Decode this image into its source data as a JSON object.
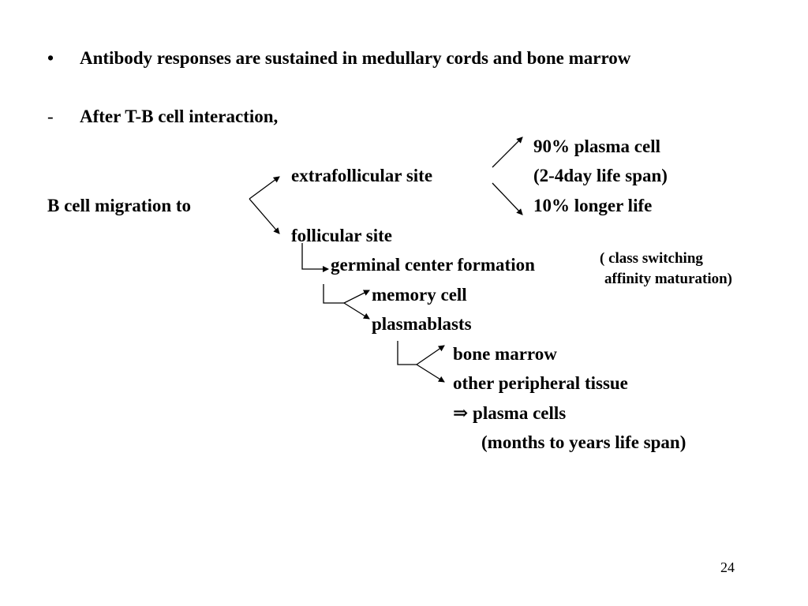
{
  "slide": {
    "bullet_symbol": "•",
    "bullet_text": "Antibody responses are sustained in medullary cords and bone marrow",
    "dash_symbol": "-",
    "dash_text": "After T-B cell interaction,",
    "migration_label": "B cell migration to",
    "extrafollicular": "extrafollicular site",
    "plasma_90": "90% plasma cell",
    "life_span_short": "(2-4day life span)",
    "longer_life_10": "10% longer life",
    "follicular": "follicular site",
    "germinal_center": "germinal center formation",
    "class_switching": "( class switching",
    "affinity_maturation": "affinity maturation)",
    "memory_cell": "memory cell",
    "plasmablasts": "plasmablasts",
    "bone_marrow": "bone marrow",
    "peripheral_tissue": "other peripheral tissue",
    "plasma_cells": "⇒ plasma cells",
    "life_span_long": "(months to years life span)",
    "page_number": "24"
  }
}
